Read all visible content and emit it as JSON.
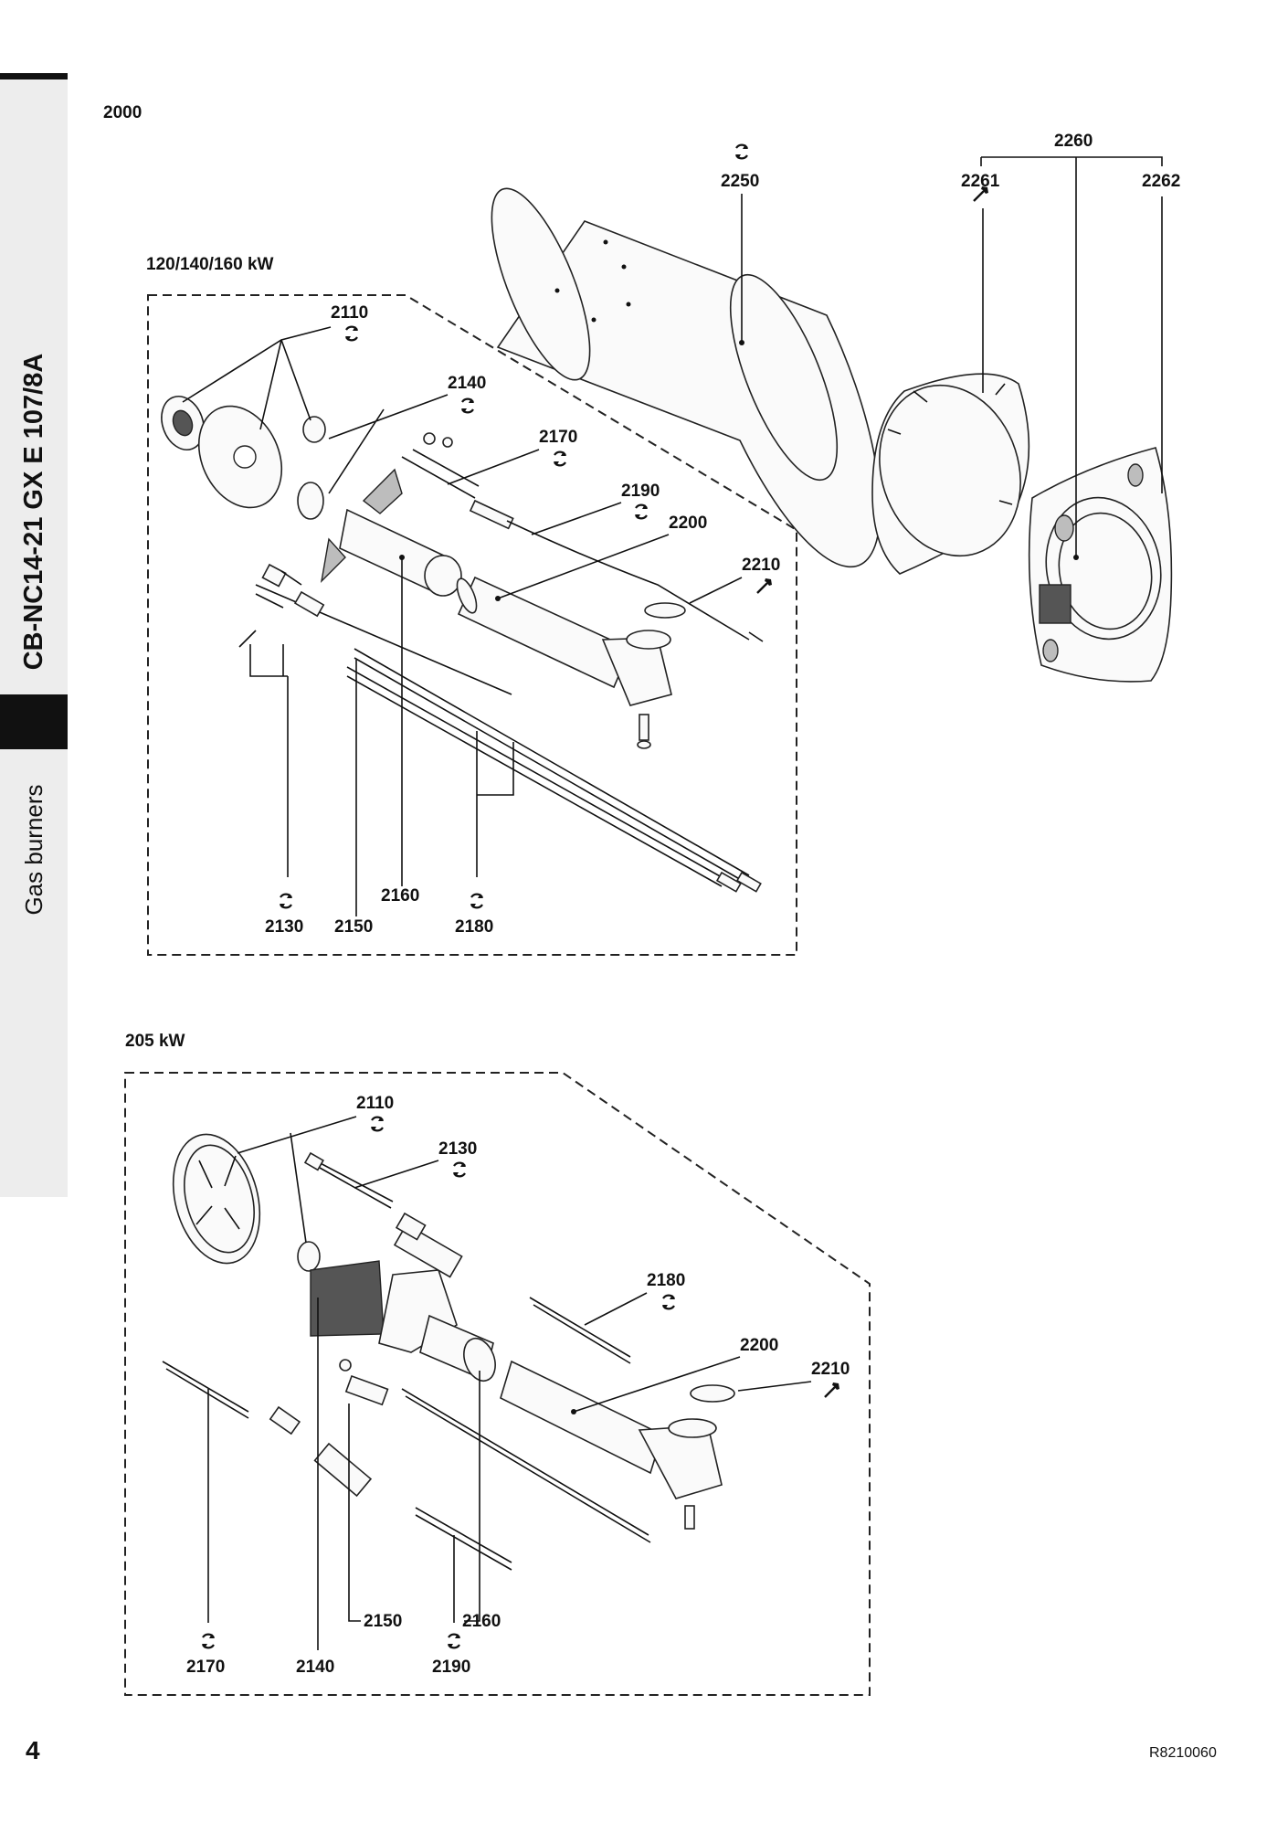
{
  "sidebar": {
    "title": "CB-NC14-21 GX E 107/8A",
    "subtitle": "Gas burners"
  },
  "page_number": "4",
  "ref_code": "R8210060",
  "assembly_code": "2000",
  "top_section": {
    "group_2260": "2260",
    "label_2261": "2261",
    "label_2262": "2262",
    "label_2250": "2250"
  },
  "variant_a": {
    "heading": "120/140/160 kW",
    "labels": {
      "p2110": "2110",
      "p2140": "2140",
      "p2170": "2170",
      "p2190": "2190",
      "p2200": "2200",
      "p2210": "2210",
      "p2160": "2160",
      "p2130": "2130",
      "p2150": "2150",
      "p2180": "2180"
    }
  },
  "variant_b": {
    "heading": "205 kW",
    "labels": {
      "p2110": "2110",
      "p2130": "2130",
      "p2180": "2180",
      "p2200": "2200",
      "p2210": "2210",
      "p2150": "2150",
      "p2160": "2160",
      "p2170": "2170",
      "p2140": "2140",
      "p2190": "2190"
    }
  },
  "icons": {
    "rotation_symbol": "circular-arrows-icon",
    "wrench_symbol": "wrench-icon"
  }
}
